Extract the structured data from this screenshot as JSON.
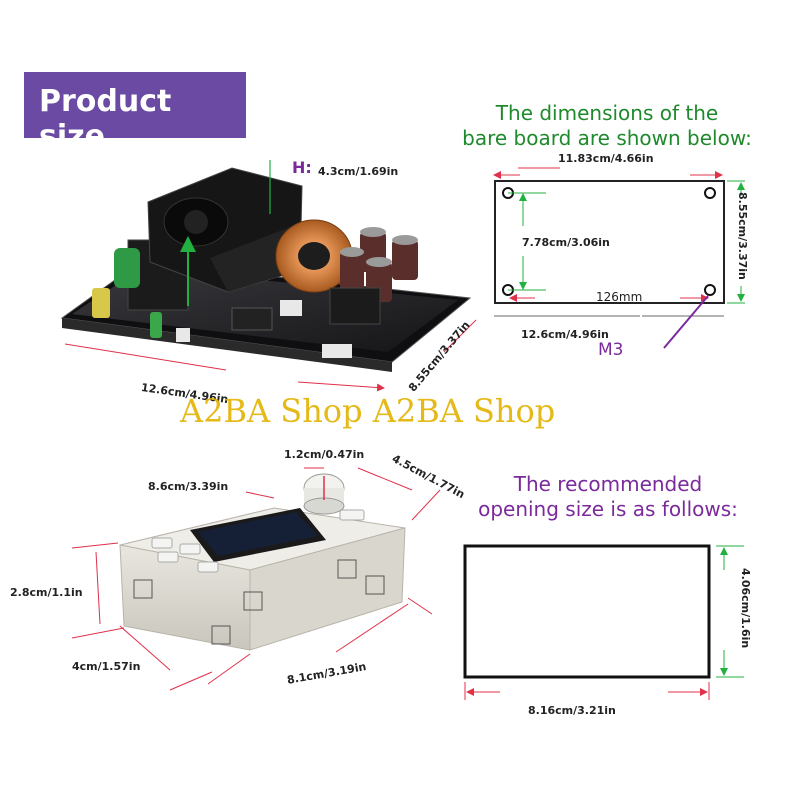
{
  "banner": {
    "title": "Product size",
    "color": "#6a4aa3"
  },
  "bare_board": {
    "heading_line1": "The dimensions of the",
    "heading_line2": "bare board are shown below:",
    "heading_color": "#1f8a2c",
    "width_label": "11.83cm/4.66in",
    "height_label": "8.55cm/3.37in",
    "hole_vertical_label": "7.78cm/3.06in",
    "hole_horizontal_label": "126mm",
    "bottom_label": "12.6cm/4.96in",
    "screw_label": "M3",
    "screw_color": "#7a2a9a"
  },
  "board_photo": {
    "height_label_prefix": "H:",
    "height_label": "4.3cm/1.69in",
    "length_label": "12.6cm/4.96in",
    "depth_label": "8.55cm/3.37in"
  },
  "module_photo": {
    "knob_label": "1.2cm/0.47in",
    "width_label": "8.6cm/3.39in",
    "depth_label": "4.5cm/1.77in",
    "height_label": "2.8cm/1.1in",
    "body_depth_label": "4cm/1.57in",
    "body_width_label": "8.1cm/3.19in"
  },
  "opening": {
    "heading_line1": "The recommended",
    "heading_line2": "opening size is as follows:",
    "heading_color": "#7a2a9a",
    "width_label": "8.16cm/3.21in",
    "height_label": "4.06cm/1.6in"
  },
  "watermark": "A2BA Shop A2BA Shop",
  "colors": {
    "dimension_line": "#e0304a",
    "guide_line": "#22b040",
    "rule_line": "#6a6a6a"
  }
}
